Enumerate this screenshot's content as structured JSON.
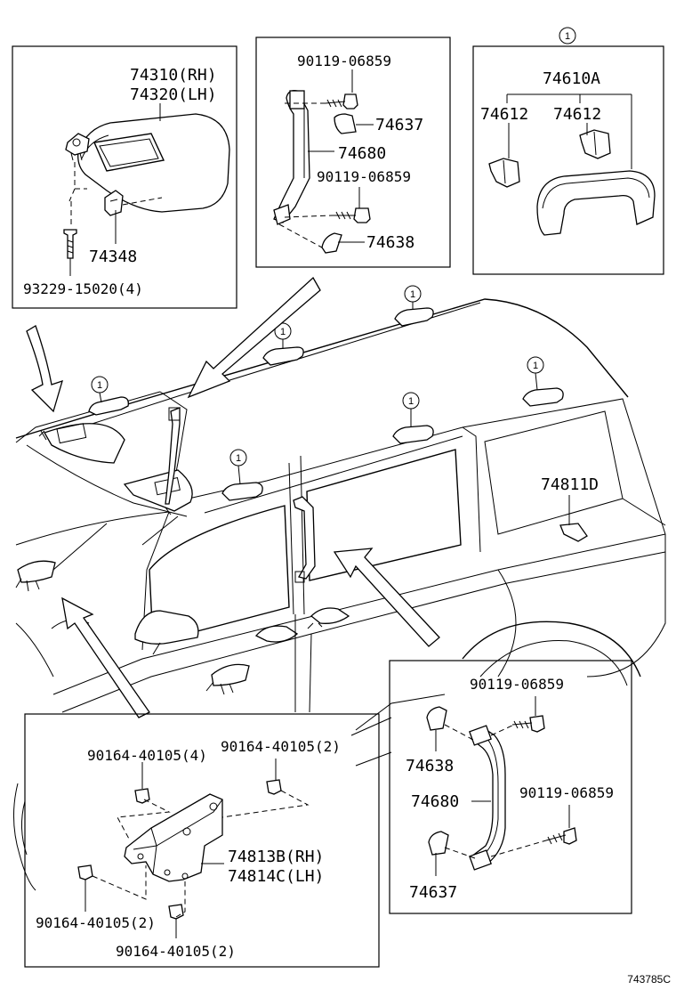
{
  "callouts": {
    "sun_visor": {
      "lines": [
        "74310(RH)",
        "74320(LH)"
      ]
    },
    "visor_holder": "74348",
    "visor_screw": "93229-15020(4)",
    "grip_a_bolt_top": "90119-06859",
    "grip_a_cap_top": "74637",
    "grip_a_handle": "74680",
    "grip_a_bolt_bottom": "90119-06859",
    "grip_a_cap_bottom": "74638",
    "assist_marker": "1",
    "assist_assy": "74610A",
    "assist_cap_left": "74612",
    "assist_cap_right": "74612",
    "hook": "74811D",
    "grip_b_bolt_top": "90119-06859",
    "grip_b_cap_top": "74638",
    "grip_b_handle": "74680",
    "grip_b_bolt_bottom": "90119-06859",
    "grip_b_cap_bottom": "74637",
    "bracket_bolt_a": "90164-40105(4)",
    "bracket_bolt_b": "90164-40105(2)",
    "bracket": {
      "lines": [
        "74813B(RH)",
        "74814C(LH)"
      ]
    },
    "bracket_bolt_c": "90164-40105(2)",
    "bracket_bolt_d": "90164-40105(2)"
  },
  "vehicle_markers": [
    "1",
    "1",
    "1",
    "1",
    "1",
    "1"
  ],
  "figure_id": "743785C"
}
